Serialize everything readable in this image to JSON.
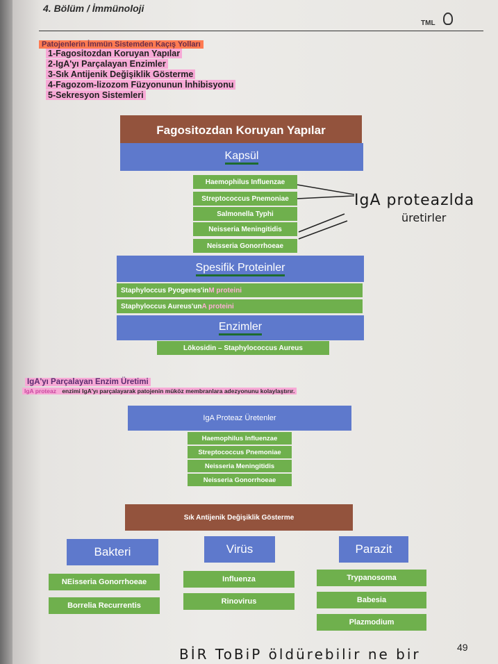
{
  "header": {
    "title": "4. Bölüm / İmmünoloji",
    "logo": "TML",
    "page_number": "49"
  },
  "section1": {
    "title": "Patojenlerin İmmün Sistemden Kaçış Yolları",
    "items": [
      "1-Fagositozdan Koruyan Yapılar",
      "2-IgA'yı Parçalayan Enzimler",
      "3-Sık Antijenik Değişiklik Gösterme",
      "4-Fagozom-lizozom Füzyonunun İnhibisyonu",
      "5-Sekresyon Sistemleri"
    ]
  },
  "diagram1": {
    "title": "Fagositozdan Koruyan Yapılar",
    "capsule": {
      "label": "Kapsül",
      "items": [
        "Haemophilus Influenzae",
        "Streptococcus Pnemoniae",
        "Salmonella Typhi",
        "Neisseria Meningitidis",
        "Neisseria Gonorrhoeae"
      ]
    },
    "specific": {
      "label": "Spesifik Proteinler",
      "items": [
        {
          "prefix": "Staphyloccus Pyogenes'in ",
          "highlight": "M proteini"
        },
        {
          "prefix": "Staphyloccus Aureus'un ",
          "highlight": "A proteini"
        }
      ]
    },
    "enzymes": {
      "label": "Enzimler",
      "items": [
        "Lökosidin – Staphylococcus Aureus"
      ]
    },
    "handwriting": {
      "line1": "IgA proteazlda",
      "line2": "üretirler"
    }
  },
  "section2": {
    "title": "IgA'yı Parçalayan Enzim Üretimi",
    "description_highlight": "IgA proteaz",
    "description_rest": " enzimi IgA'yı parçalayarak patojenin müköz membranlara adezyonunu kolaylaştırır.",
    "box_title": "IgA Proteaz Üretenler",
    "items": [
      "Haemophilus Influenzae",
      "Streptococcus Pnemoniae",
      "Neisseria Meningitidis",
      "Neisseria Gonorrhoeae"
    ]
  },
  "diagram3": {
    "title": "Sık Antijenik Değişiklik Gösterme",
    "columns": [
      {
        "label": "Bakteri",
        "items": [
          "NEisseria Gonorrhoeae",
          "Borrelia Recurrentis"
        ]
      },
      {
        "label": "Virüs",
        "items": [
          "Influenza",
          "Rinovirus"
        ]
      },
      {
        "label": "Parazit",
        "items": [
          "Trypanosoma",
          "Babesia",
          "Plazmodium"
        ]
      }
    ]
  },
  "footer_handwriting": "BİR ToBiP öldürebilir ne bir"
}
